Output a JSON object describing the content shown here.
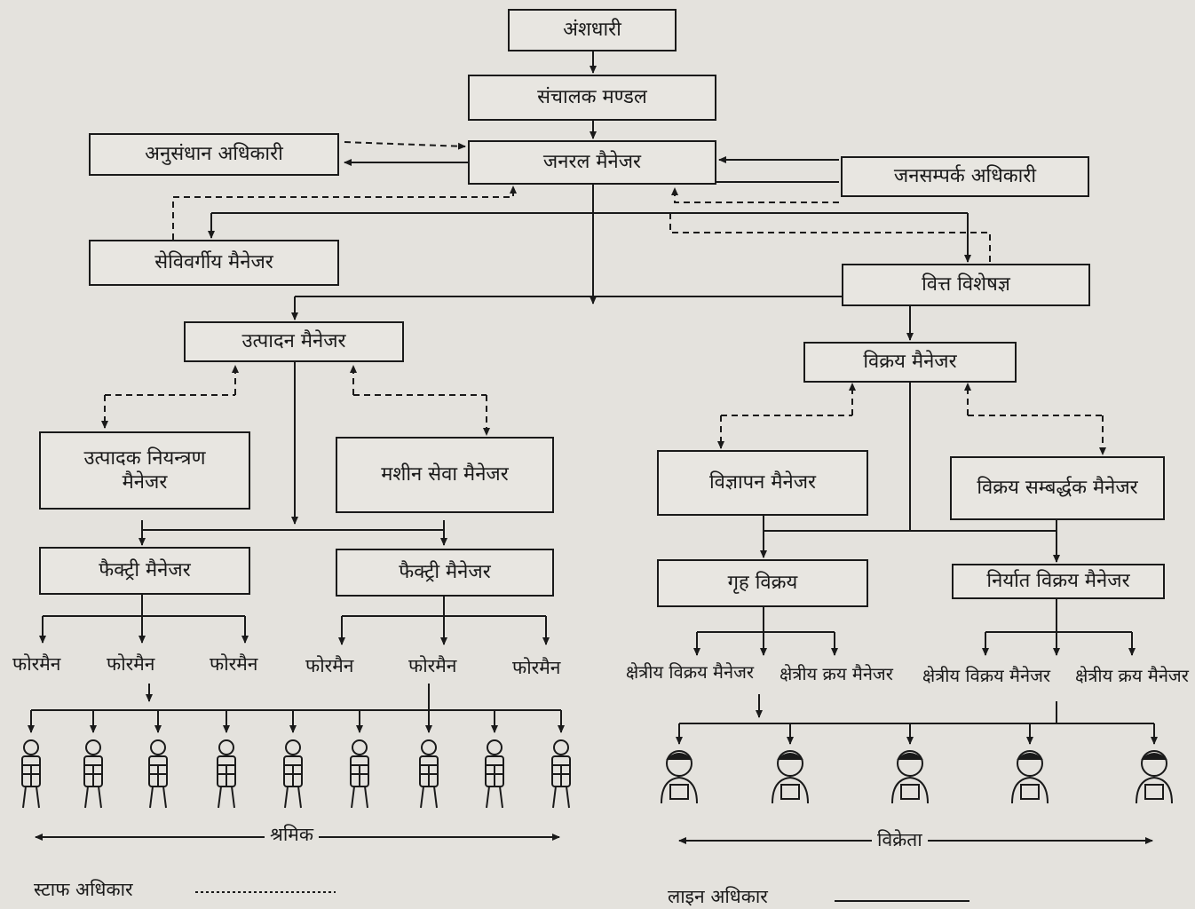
{
  "nodes": {
    "shareholders": "अंशधारी",
    "board": "संचालक मण्डल",
    "general_manager": "जनरल मैनेजर",
    "research_officer": "अनुसंधान अधिकारी",
    "pr_officer": "जनसम्पर्क अधिकारी",
    "personnel_manager": "सेविवर्गीय मैनेजर",
    "finance_expert": "वित्त विशेषज्ञ",
    "production_manager": "उत्पादन मैनेजर",
    "sales_manager": "विक्रय मैनेजर",
    "production_control_manager": "उत्पादक नियन्त्रण मैनेजर",
    "machine_service_manager": "मशीन सेवा मैनेजर",
    "advertising_manager": "विज्ञापन मैनेजर",
    "sales_promotion_manager": "विक्रय सम्बर्द्धक मैनेजर",
    "factory_manager_1": "फैक्ट्री मैनेजर",
    "factory_manager_2": "फैक्ट्री मैनेजर",
    "home_sales": "गृह विक्रय",
    "export_sales_manager": "निर्यात विक्रय मैनेजर"
  },
  "foremen": [
    "फोरमैन",
    "फोरमैन",
    "फोरमैन",
    "फोरमैन",
    "फोरमैन",
    "फोरमैन"
  ],
  "regional": [
    "क्षेत्रीय विक्रय मैनेजर",
    "क्षेत्रीय क्रय मैनेजर",
    "क्षेत्रीय विक्रय मैनेजर",
    "क्षेत्रीय क्रय मैनेजर"
  ],
  "workers_label": "श्रमिक",
  "sellers_label": "विक्रेता",
  "legend": {
    "staff": "स्टाफ अधिकार",
    "line": "लाइन अधिकार"
  }
}
